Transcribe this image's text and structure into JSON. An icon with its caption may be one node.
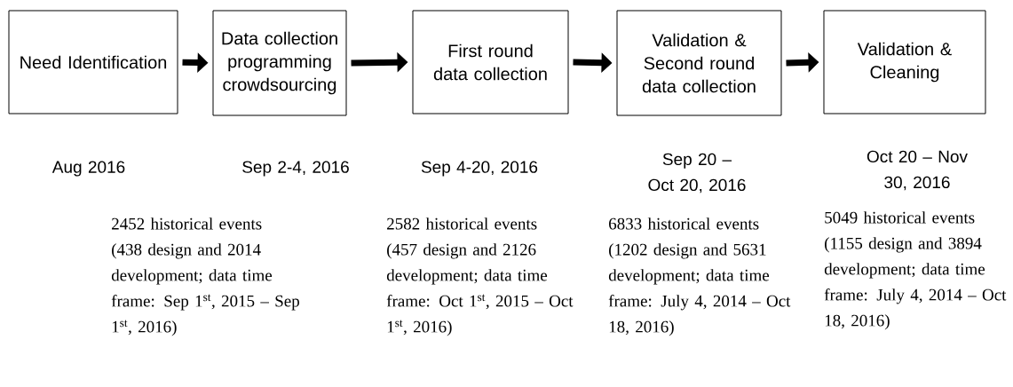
{
  "diagram": {
    "nodes": [
      {
        "text": [
          "Need Identification"
        ],
        "beside": [
          "Aug 2016"
        ]
      },
      {
        "text": [
          "Data collection programming crowdsourcing"
        ],
        "beside": [
          "Sep 2-4, 2016"
        ]
      },
      {
        "text": [
          "First round data collection"
        ],
        "beside": [
          "Sep 4-20, 2016"
        ]
      },
      {
        "text": [
          "Validation & Second round data collection"
        ],
        "beside": [
          "Sep 20 – Oct 20, 2016"
        ]
      },
      {
        "text": [
          "Validation & Cleaning"
        ],
        "beside": [
          "Oct 20 – Nov 30, 2016"
        ]
      }
    ],
    "edges": [
      {
        "from": 0,
        "to": 1,
        "arrow": "to"
      },
      {
        "from": 1,
        "to": 2,
        "arrow": "to"
      },
      {
        "from": 2,
        "to": 3,
        "arrow": "to"
      },
      {
        "from": 3,
        "to": 4,
        "arrow": "to"
      }
    ],
    "labels": [
      "2452 historical events (438 design and 2014 development; data time frame: Sep 1$^{st}$, 2015 – Sep 1$^{st}$, 2016)",
      "2582 historical events (457 design and 2126 development; data time frame: Oct 1$^{st}$, 2015 – Oct 1$^{st}$, 2016)",
      "6833 historical events (1202 design and 5631 development; data time frame: July 4, 2014 – Oct 18, 2016)",
      "5049 historical events (1155 design and 3894 development; data time frame: July 4, 2014 – Oct 18, 2016)"
    ]
  }
}
